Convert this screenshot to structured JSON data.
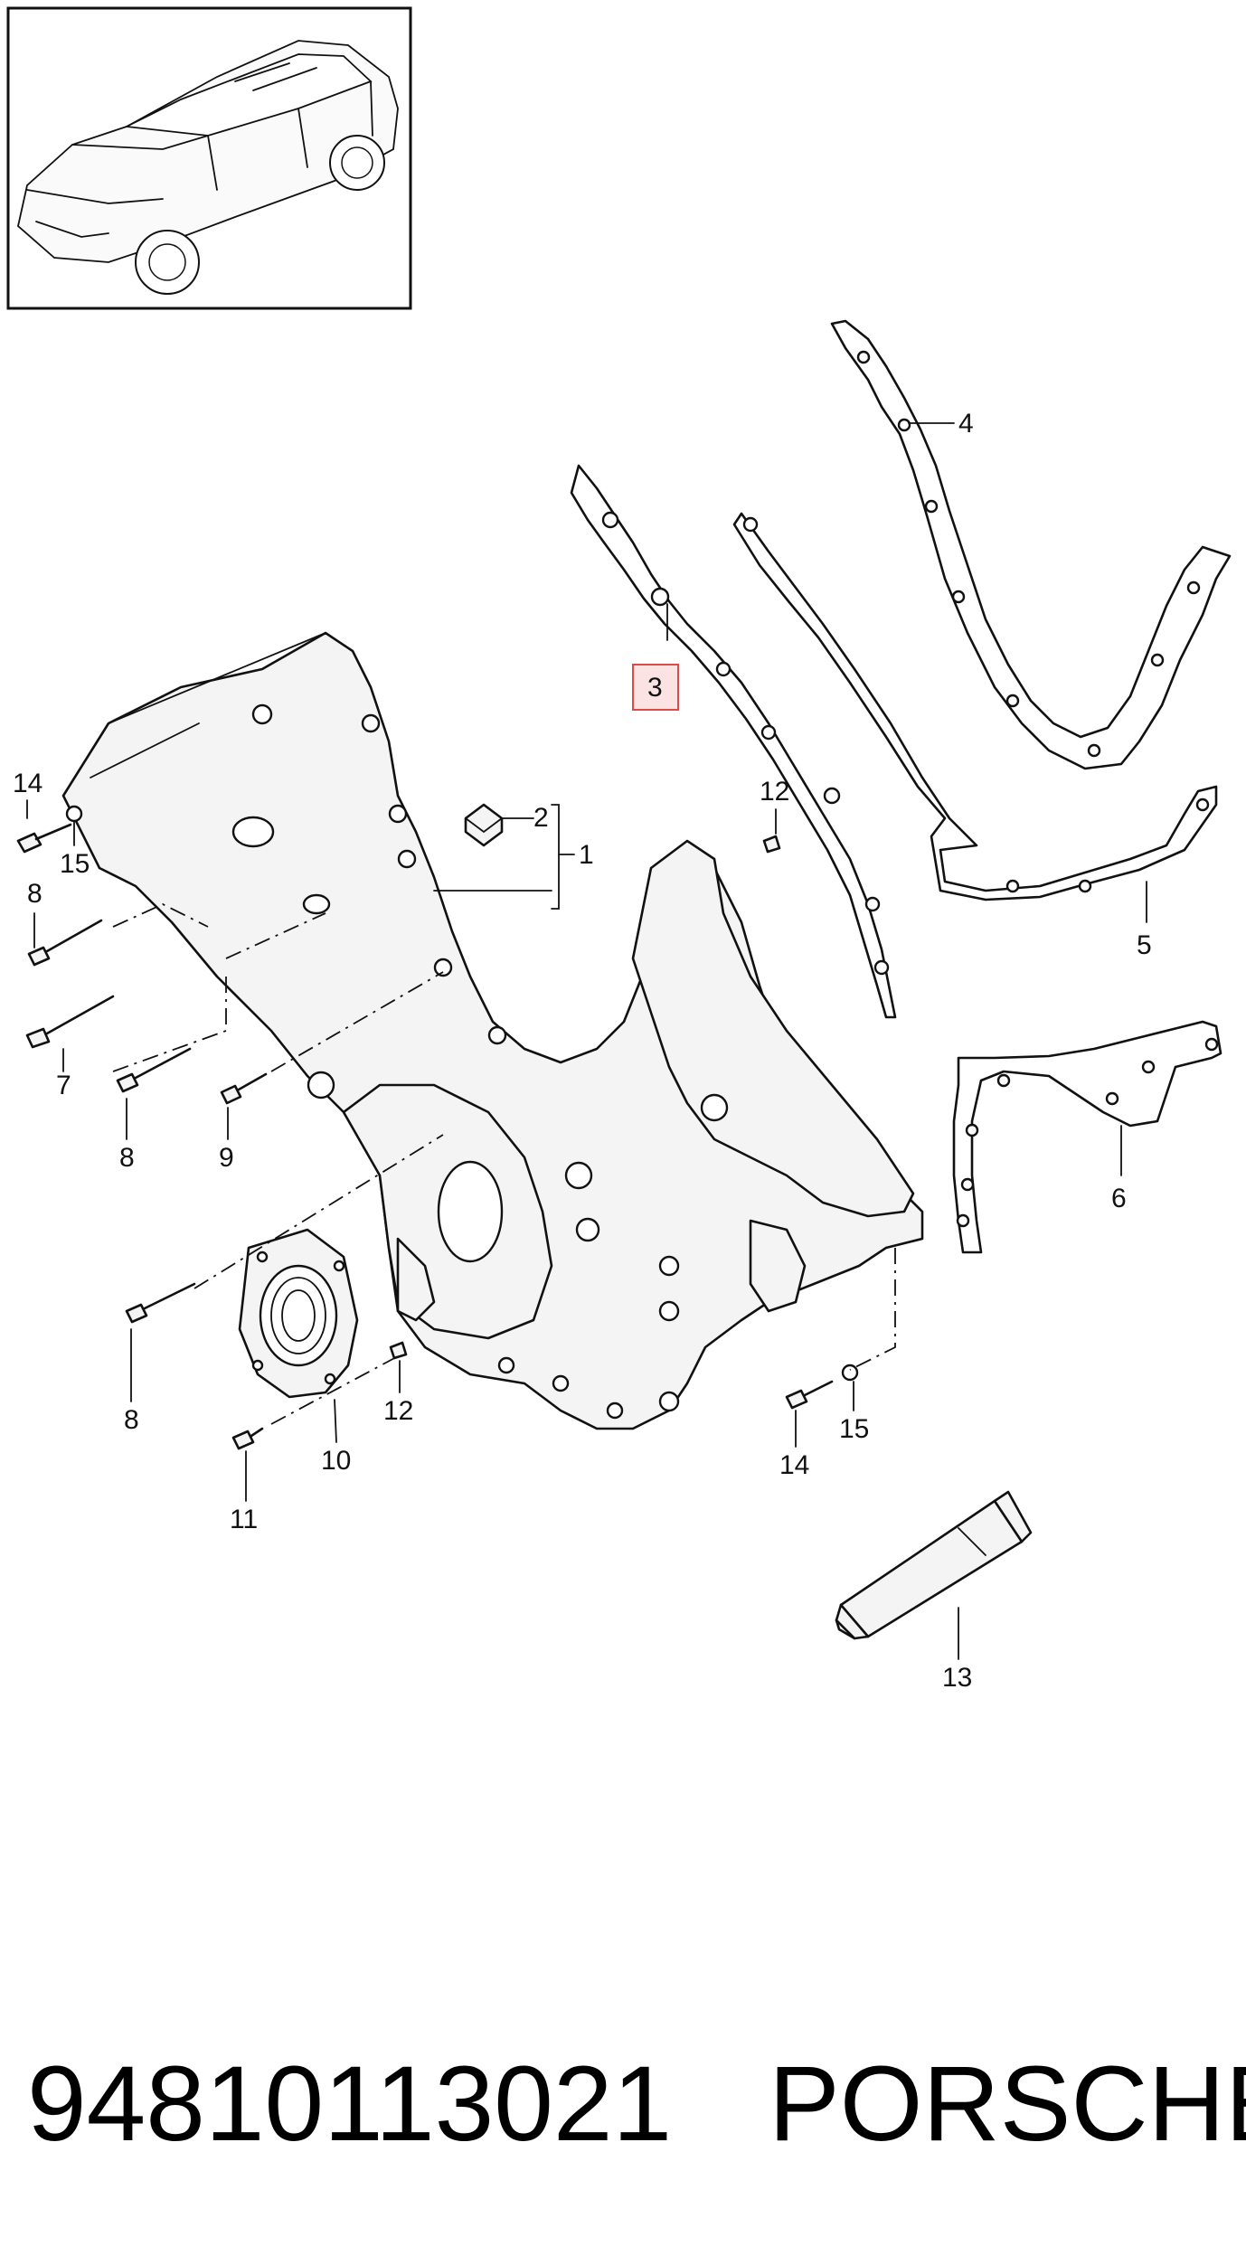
{
  "callouts": [
    {
      "id": "c1",
      "text": "1"
    },
    {
      "id": "c2",
      "text": "2"
    },
    {
      "id": "c3",
      "text": "3",
      "highlighted": true
    },
    {
      "id": "c4",
      "text": "4"
    },
    {
      "id": "c5",
      "text": "5"
    },
    {
      "id": "c6",
      "text": "6"
    },
    {
      "id": "c7",
      "text": "7"
    },
    {
      "id": "c8a",
      "text": "8"
    },
    {
      "id": "c8b",
      "text": "8"
    },
    {
      "id": "c8c",
      "text": "8"
    },
    {
      "id": "c9",
      "text": "9"
    },
    {
      "id": "c10",
      "text": "10"
    },
    {
      "id": "c11",
      "text": "11"
    },
    {
      "id": "c12a",
      "text": "12"
    },
    {
      "id": "c12b",
      "text": "12"
    },
    {
      "id": "c13",
      "text": "13"
    },
    {
      "id": "c14a",
      "text": "14"
    },
    {
      "id": "c14b",
      "text": "14"
    },
    {
      "id": "c15a",
      "text": "15"
    },
    {
      "id": "c15b",
      "text": "15"
    }
  ],
  "highlight_color": "#d94a4a",
  "footer": {
    "part_number": "94810113021",
    "brand": "PORSCHE"
  }
}
